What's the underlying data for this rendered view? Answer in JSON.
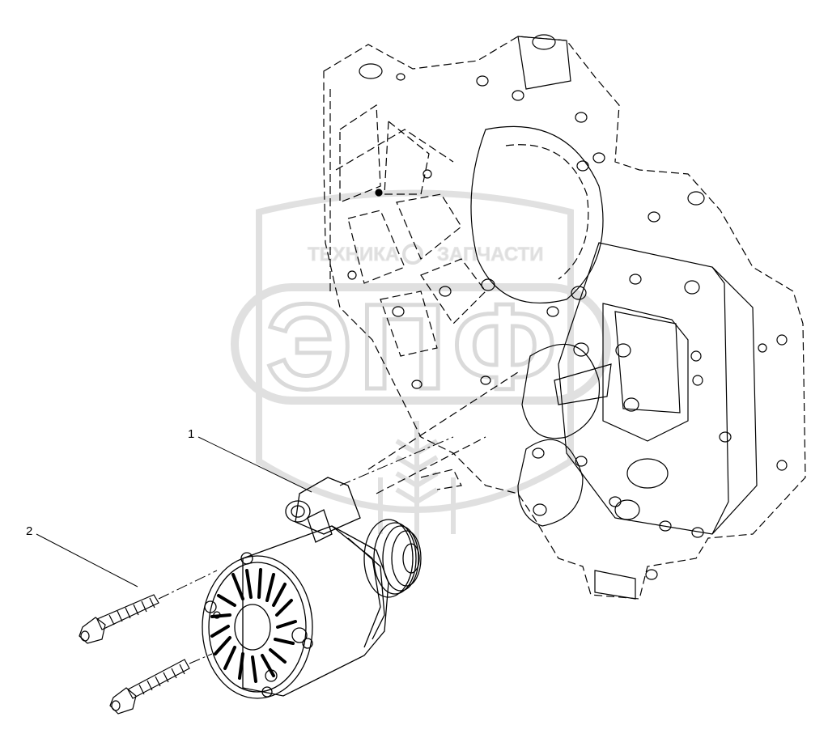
{
  "callouts": [
    {
      "id": "1",
      "label": "1"
    },
    {
      "id": "2",
      "label": "2"
    }
  ],
  "watermark": {
    "top_text": "ТЕХНИКА",
    "top_text_right": "ЗАПЧАСТИ",
    "logo_letters": "ЭПФ",
    "color": "#cfcfcf"
  },
  "colors": {
    "line": "#000000",
    "background": "#ffffff"
  }
}
